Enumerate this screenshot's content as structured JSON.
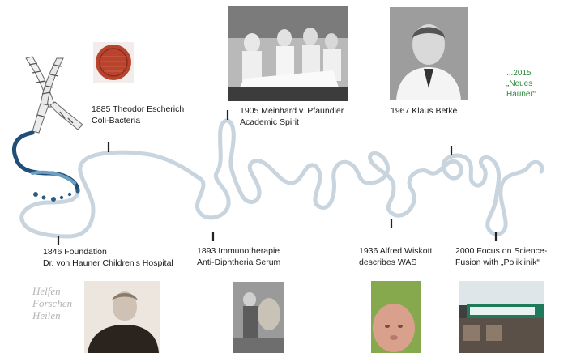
{
  "events": [
    {
      "line1": "1885 Theodor Escherich",
      "line2": "Coli-Bacteria"
    },
    {
      "line1": "1905 Meinhard v. Pfaundler",
      "line2": "Academic Spirit"
    },
    {
      "line1": "1967 Klaus Betke",
      "line2": ""
    },
    {
      "line1": "...2015",
      "line2": "„Neues",
      "line3": "Hauner“"
    },
    {
      "line1": "1846 Foundation",
      "line2": "Dr. von Hauner Children's Hospital"
    },
    {
      "line1": "1893 Immunotherapie",
      "line2": "Anti-Diphtheria Serum"
    },
    {
      "line1": "1936 Alfred Wiskott",
      "line2": "describes WAS"
    },
    {
      "line1": "2000 Focus on Science-",
      "line2": "Fusion with „Poliklinik“"
    }
  ],
  "motto": [
    "Helfen",
    "Forschen",
    "Heilen"
  ],
  "colors": {
    "strand": "#c9d6e0",
    "strand_dark": "#1f4f78",
    "seal": "#b8442e",
    "accent_green": "#2e8b3a"
  }
}
